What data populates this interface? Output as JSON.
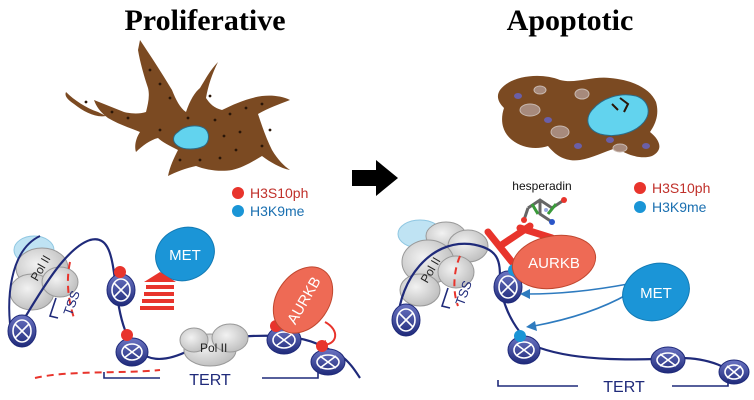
{
  "left": {
    "title": "Proliferative",
    "legend": {
      "mark_red": "H3S10ph",
      "mark_blue": "H3K9me"
    },
    "labels": {
      "met": "MET",
      "aurkb": "AURKB",
      "pol2_a": "Pol II",
      "pol2_b": "Pol II",
      "tss": "TSS",
      "tert": "TERT"
    }
  },
  "right": {
    "title": "Apoptotic",
    "inhibitor": "hesperadin",
    "legend": {
      "mark_red": "H3S10ph",
      "mark_blue": "H3K9me"
    },
    "labels": {
      "met": "MET",
      "aurkb": "AURKB",
      "pol2": "Pol II",
      "tss": "TSS",
      "tert": "TERT"
    }
  },
  "colors": {
    "cell_brown": "#7b4a22",
    "nucleus": "#62d3ee",
    "phospho_red": "#e8342c",
    "methyl_blue": "#1a95d6",
    "met_fill": "#1b95d7",
    "aurkb_fill": "#ee6a55",
    "dna_navy": "#1f2a7a",
    "arrow_black": "#000000"
  }
}
